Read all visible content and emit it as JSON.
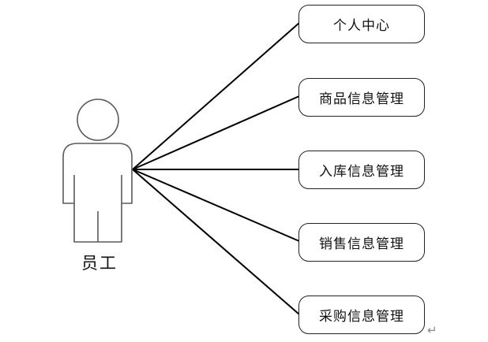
{
  "actor": {
    "label": "员工",
    "icon": "person-icon"
  },
  "use_cases": [
    {
      "label": "个人中心"
    },
    {
      "label": "商品信息管理"
    },
    {
      "label": "入库信息管理"
    },
    {
      "label": "销售信息管理"
    },
    {
      "label": "采购信息管理"
    }
  ],
  "paragraph_mark": "↵",
  "colors": {
    "line": "#000000",
    "actor_outline": "#5a5a5a",
    "box_border": "#222222"
  }
}
